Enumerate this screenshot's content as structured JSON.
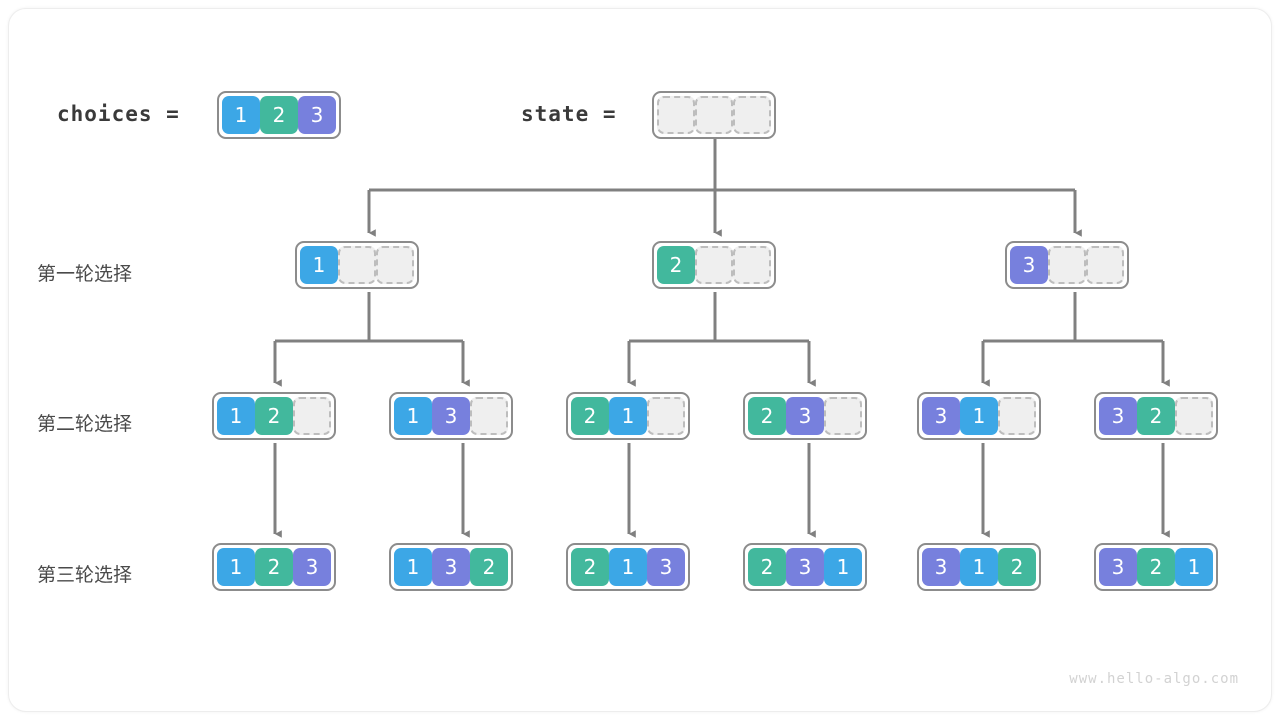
{
  "diagram": {
    "title_watermark": "www.hello-algo.com",
    "colors": {
      "value_1": "#3CA7E6",
      "value_2": "#42B89D",
      "value_3": "#7780DD",
      "empty_cell": "#efefef",
      "empty_border": "#bdbdbd",
      "node_border": "#8c8c8c",
      "wire": "#808080"
    },
    "header": {
      "choices_label": "choices =",
      "choices_values": [
        "1",
        "2",
        "3"
      ],
      "state_label": "state =",
      "state_values": [
        "",
        "",
        ""
      ]
    },
    "rows": [
      {
        "label": "第一轮选择",
        "nodes": [
          {
            "values": [
              "1",
              "",
              ""
            ]
          },
          {
            "values": [
              "2",
              "",
              ""
            ]
          },
          {
            "values": [
              "3",
              "",
              ""
            ]
          }
        ]
      },
      {
        "label": "第二轮选择",
        "nodes": [
          {
            "values": [
              "1",
              "2",
              ""
            ]
          },
          {
            "values": [
              "1",
              "3",
              ""
            ]
          },
          {
            "values": [
              "2",
              "1",
              ""
            ]
          },
          {
            "values": [
              "2",
              "3",
              ""
            ]
          },
          {
            "values": [
              "3",
              "1",
              ""
            ]
          },
          {
            "values": [
              "3",
              "2",
              ""
            ]
          }
        ]
      },
      {
        "label": "第三轮选择",
        "nodes": [
          {
            "values": [
              "1",
              "2",
              "3"
            ]
          },
          {
            "values": [
              "1",
              "3",
              "2"
            ]
          },
          {
            "values": [
              "2",
              "1",
              "3"
            ]
          },
          {
            "values": [
              "2",
              "3",
              "1"
            ]
          },
          {
            "values": [
              "3",
              "1",
              "2"
            ]
          },
          {
            "values": [
              "3",
              "2",
              "1"
            ]
          }
        ]
      }
    ]
  }
}
